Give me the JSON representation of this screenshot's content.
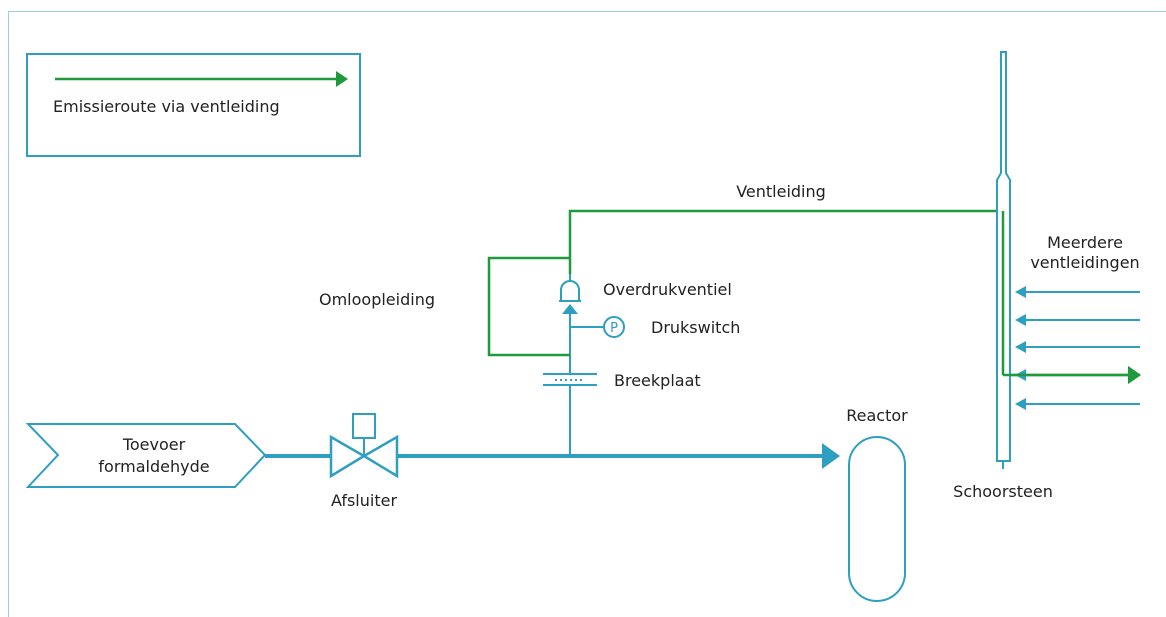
{
  "legend": {
    "label": "Emissieroute via ventleiding"
  },
  "labels": {
    "feed_line1": "Toevoer",
    "feed_line2": "formaldehyde",
    "shutoff_valve": "Afsluiter",
    "reactor": "Reactor",
    "vent_line": "Ventleiding",
    "bypass_line": "Omloopleiding",
    "relief_valve": "Overdrukventiel",
    "pressure_switch": "Drukswitch",
    "pressure_switch_symbol": "P",
    "rupture_disc": "Breekplaat",
    "chimney": "Schoorsteen",
    "multiple_vents_line1": "Meerdere",
    "multiple_vents_line2": "ventleidingen"
  },
  "colors": {
    "process": "#2e9fc0",
    "emission": "#1e9a3c",
    "frame": "#9ccfe0",
    "text": "#222222"
  }
}
